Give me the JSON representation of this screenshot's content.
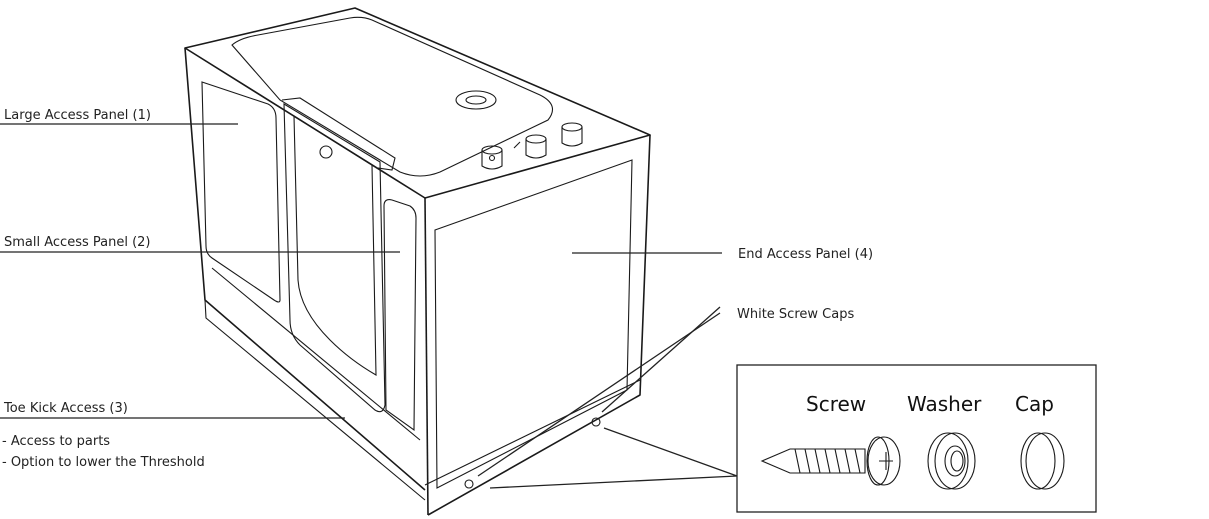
{
  "callouts": {
    "large_access_panel": "Large Access Panel (1)",
    "small_access_panel": "Small Access Panel (2)",
    "toe_kick_access": "Toe Kick Access (3)",
    "toe_kick_note_1": "- Access to parts",
    "toe_kick_note_2": "- Option to lower the Threshold",
    "end_access_panel": "End Access Panel (4)",
    "white_screw_caps": "White Screw Caps"
  },
  "inset": {
    "screw_label": "Screw",
    "washer_label": "Washer",
    "cap_label": "Cap"
  }
}
